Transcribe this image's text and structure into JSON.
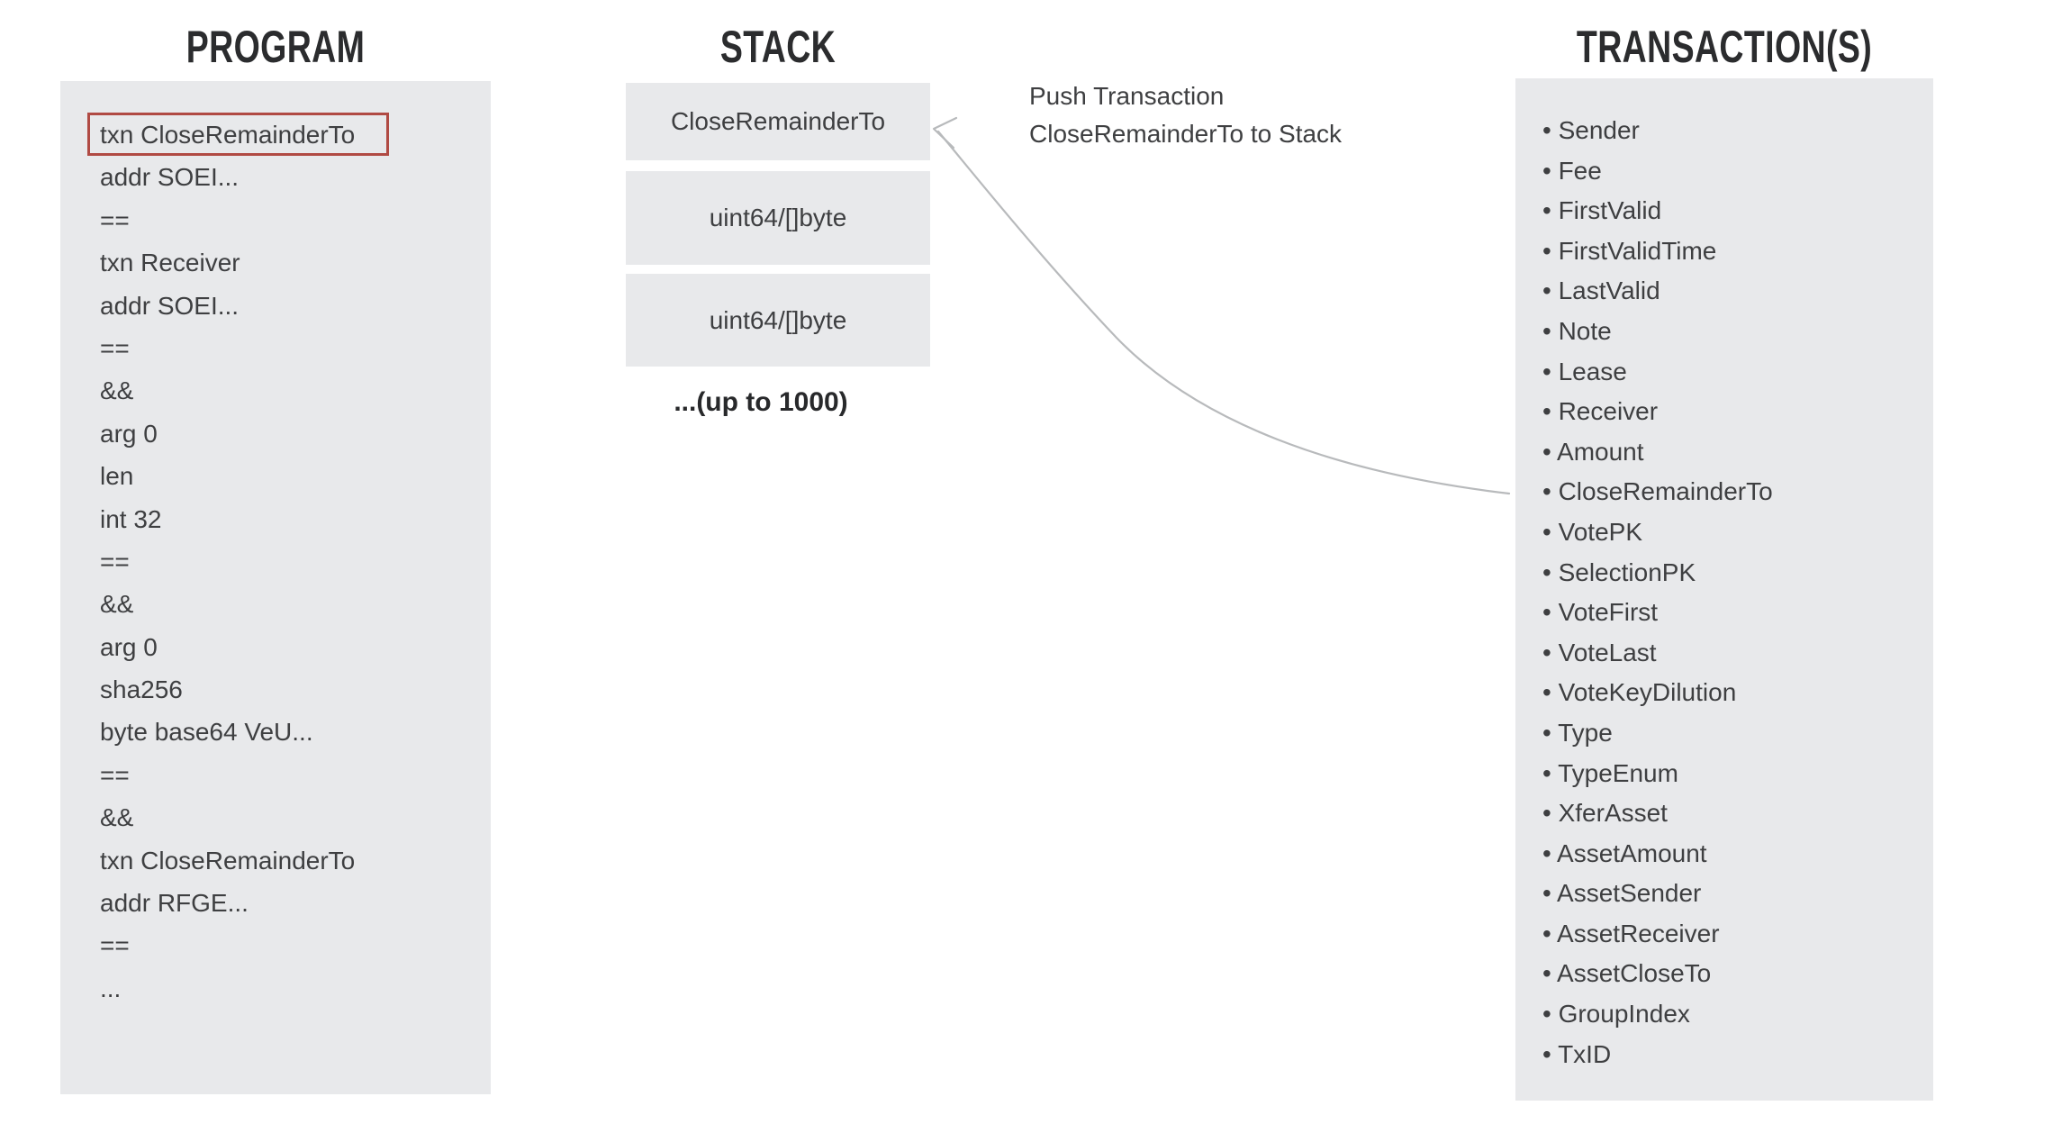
{
  "program": {
    "title": "PROGRAM",
    "lines": [
      "txn CloseRemainderTo",
      "addr SOEI...",
      "==",
      "txn Receiver",
      "addr SOEI...",
      "==",
      "&&",
      "arg 0",
      "len",
      "int 32",
      "==",
      "&&",
      "arg 0",
      "sha256",
      "byte base64 VeU...",
      "==",
      "&&",
      "txn CloseRemainderTo",
      "addr RFGE...",
      "==",
      "..."
    ],
    "highlighted_line": "txn CloseRemainderTo"
  },
  "stack": {
    "title": "STACK",
    "boxes": [
      "CloseRemainderTo",
      "uint64/[]byte",
      "uint64/[]byte"
    ],
    "note": "...(up to 1000)"
  },
  "arrow": {
    "label_line1": "Push Transaction",
    "label_line2": "CloseRemainderTo to Stack"
  },
  "transactions": {
    "title": "TRANSACTION(S)",
    "fields": [
      "Sender",
      "Fee",
      "FirstValid",
      "FirstValidTime",
      "LastValid",
      "Note",
      "Lease",
      "Receiver",
      "Amount",
      "CloseRemainderTo",
      "VotePK",
      "SelectionPK",
      "VoteFirst",
      "VoteLast",
      "VoteKeyDilution",
      "Type",
      "TypeEnum",
      "XferAsset",
      "AssetAmount",
      "AssetSender",
      "AssetReceiver",
      "AssetCloseTo",
      "GroupIndex",
      "TxID"
    ]
  },
  "colors": {
    "box_background": "#e8e9eb",
    "highlight_red": "#b04a43",
    "arrow_gray": "#b8babc",
    "text": "#3e3f41",
    "title_text": "#2b2c2e"
  }
}
